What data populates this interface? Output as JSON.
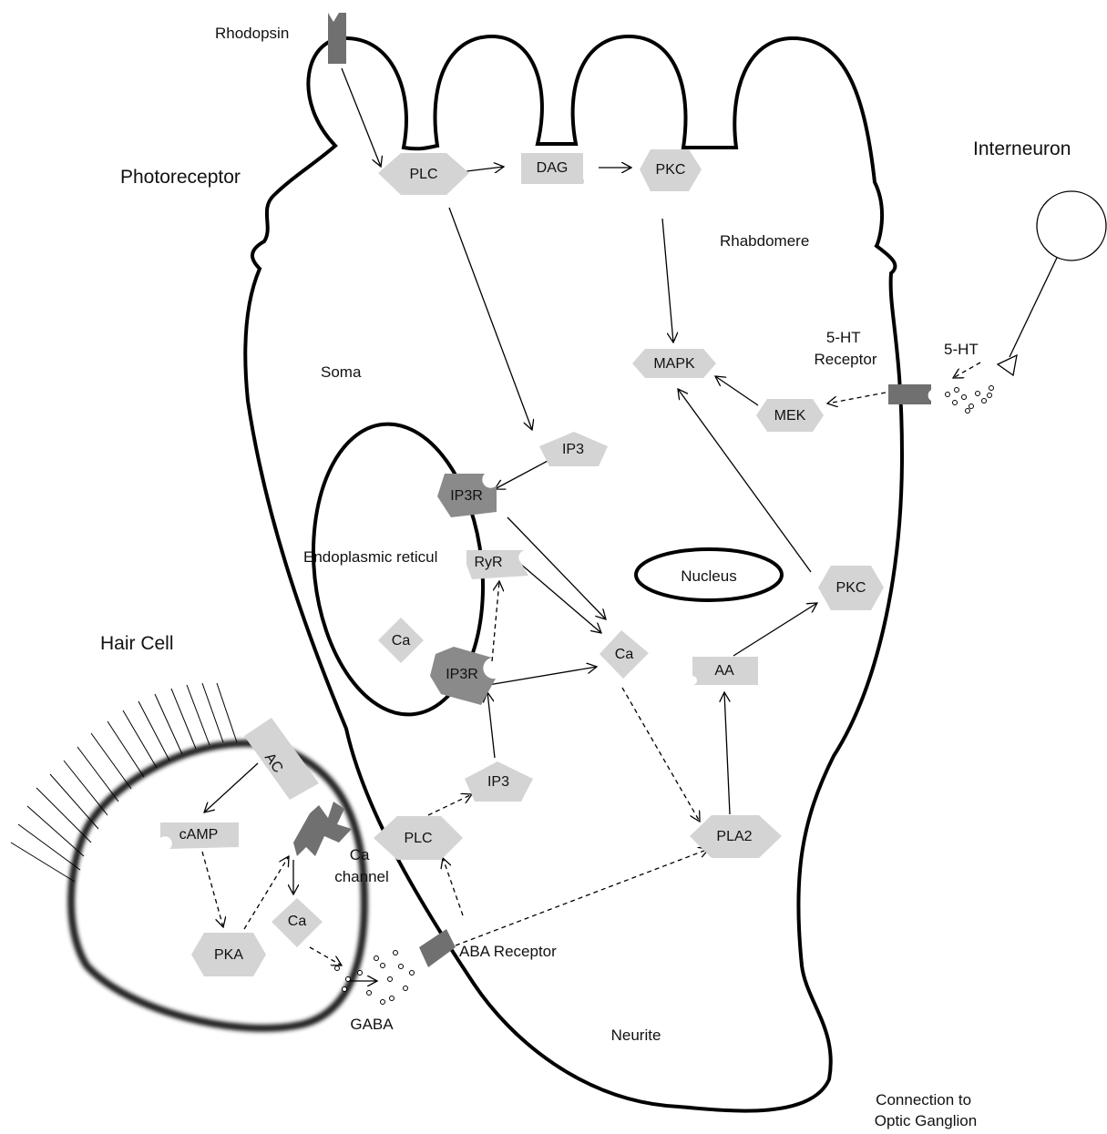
{
  "labels": {
    "photoreceptor": "Photoreceptor",
    "rhodopsin": "Rhodopsin",
    "interneuron": "Interneuron",
    "rhabdomere": "Rhabdomere",
    "receptor_5ht": "5-HT\nReceptor",
    "serotonin": "5-HT",
    "soma": "Soma",
    "er": "Endoplasmic reticul",
    "nucleus": "Nucleus",
    "hair_cell": "Hair Cell",
    "ca_channel": "Ca\nchannel",
    "gaba": "GABA",
    "gaba_receptor": "ABA Receptor",
    "neurite": "Neurite",
    "connection": "Connection to\nOptic Ganglion"
  },
  "nodes": {
    "plc_top": "PLC",
    "dag": "DAG",
    "pkc_top": "PKC",
    "mapk": "MAPK",
    "mek": "MEK",
    "ip3_top": "IP3",
    "ip3r_top": "IP3R",
    "ryr": "RyR",
    "ca_er": "Ca",
    "ip3r_bottom": "IP3R",
    "ca_cyto": "Ca",
    "aa": "AA",
    "pkc_right": "PKC",
    "ip3_bottom": "IP3",
    "plc_bottom": "PLC",
    "pla2": "PLA2",
    "ac": "AC",
    "camp": "cAMP",
    "pka": "PKA",
    "ca_hair": "Ca"
  },
  "colors": {
    "node_fill": "#d4d4d4",
    "receptor_fill": "#707070",
    "outline": "#000000"
  }
}
